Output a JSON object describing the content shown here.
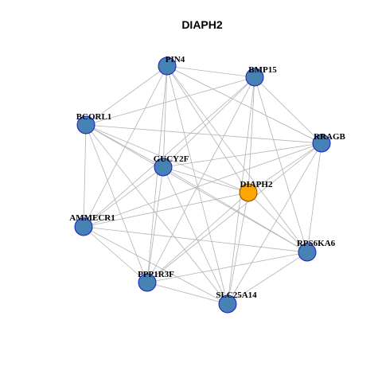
{
  "title": "DIAPH2",
  "colors": {
    "node_default": "#4682b4",
    "node_border_default": "#1a1acc",
    "node_focus": "#ffa500",
    "node_border_focus": "#8b4500",
    "edge": "#b3b3b3"
  },
  "nodes": [
    {
      "id": "PIN4",
      "label": "PIN4",
      "focus": false
    },
    {
      "id": "BMP15",
      "label": "BMP15",
      "focus": false
    },
    {
      "id": "BCORL1",
      "label": "BCORL1",
      "focus": false
    },
    {
      "id": "RRAGB",
      "label": "RRAGB",
      "focus": false
    },
    {
      "id": "GUCY2F",
      "label": "GUCY2F",
      "focus": false
    },
    {
      "id": "DIAPH2",
      "label": "DIAPH2",
      "focus": true
    },
    {
      "id": "AMMECR1",
      "label": "AMMECR1",
      "focus": false
    },
    {
      "id": "RPS6KA6",
      "label": "RPS6KA6",
      "focus": false
    },
    {
      "id": "PPP1R3F",
      "label": "PPP1R3F",
      "focus": false
    },
    {
      "id": "SLC25A14",
      "label": "SLC25A14",
      "focus": false
    }
  ],
  "edges": [
    [
      "PIN4",
      "BMP15"
    ],
    [
      "PIN4",
      "RRAGB"
    ],
    [
      "PIN4",
      "BCORL1"
    ],
    [
      "PIN4",
      "GUCY2F"
    ],
    [
      "PIN4",
      "DIAPH2"
    ],
    [
      "PIN4",
      "RPS6KA6"
    ],
    [
      "PIN4",
      "AMMECR1"
    ],
    [
      "PIN4",
      "PPP1R3F"
    ],
    [
      "PIN4",
      "SLC25A14"
    ],
    [
      "BMP15",
      "RRAGB"
    ],
    [
      "BMP15",
      "GUCY2F"
    ],
    [
      "BMP15",
      "DIAPH2"
    ],
    [
      "BMP15",
      "RPS6KA6"
    ],
    [
      "BMP15",
      "AMMECR1"
    ],
    [
      "BMP15",
      "PPP1R3F"
    ],
    [
      "BMP15",
      "SLC25A14"
    ],
    [
      "BMP15",
      "BCORL1"
    ],
    [
      "BCORL1",
      "GUCY2F"
    ],
    [
      "BCORL1",
      "DIAPH2"
    ],
    [
      "BCORL1",
      "RRAGB"
    ],
    [
      "BCORL1",
      "AMMECR1"
    ],
    [
      "BCORL1",
      "RPS6KA6"
    ],
    [
      "BCORL1",
      "PPP1R3F"
    ],
    [
      "BCORL1",
      "SLC25A14"
    ],
    [
      "RRAGB",
      "GUCY2F"
    ],
    [
      "RRAGB",
      "DIAPH2"
    ],
    [
      "RRAGB",
      "AMMECR1"
    ],
    [
      "RRAGB",
      "RPS6KA6"
    ],
    [
      "RRAGB",
      "PPP1R3F"
    ],
    [
      "RRAGB",
      "SLC25A14"
    ],
    [
      "GUCY2F",
      "DIAPH2"
    ],
    [
      "GUCY2F",
      "AMMECR1"
    ],
    [
      "GUCY2F",
      "RPS6KA6"
    ],
    [
      "GUCY2F",
      "PPP1R3F"
    ],
    [
      "GUCY2F",
      "SLC25A14"
    ],
    [
      "DIAPH2",
      "AMMECR1"
    ],
    [
      "DIAPH2",
      "RPS6KA6"
    ],
    [
      "DIAPH2",
      "PPP1R3F"
    ],
    [
      "DIAPH2",
      "SLC25A14"
    ],
    [
      "AMMECR1",
      "RPS6KA6"
    ],
    [
      "AMMECR1",
      "PPP1R3F"
    ],
    [
      "AMMECR1",
      "SLC25A14"
    ],
    [
      "RPS6KA6",
      "PPP1R3F"
    ],
    [
      "RPS6KA6",
      "SLC25A14"
    ],
    [
      "PPP1R3F",
      "SLC25A14"
    ]
  ]
}
